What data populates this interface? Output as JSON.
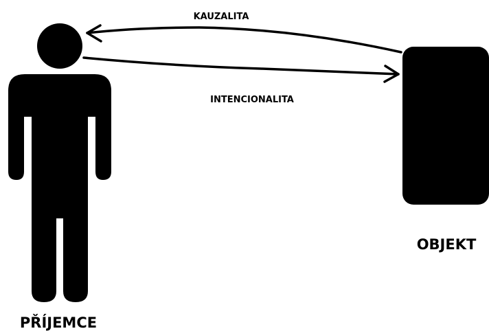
{
  "diagram": {
    "person_label": "PŘÍJEMCE",
    "object_label": "OBJEKT",
    "arrows": [
      {
        "id": "kauzalita",
        "label": "KAUZALITA",
        "from": "object",
        "to": "person"
      },
      {
        "id": "intencionalita",
        "label": "INTENCIONALITA",
        "from": "person",
        "to": "object"
      }
    ],
    "colors": {
      "ink": "#000000",
      "background": "#ffffff"
    },
    "icons": {
      "person": "person-icon",
      "object": "object-rectangle"
    }
  }
}
